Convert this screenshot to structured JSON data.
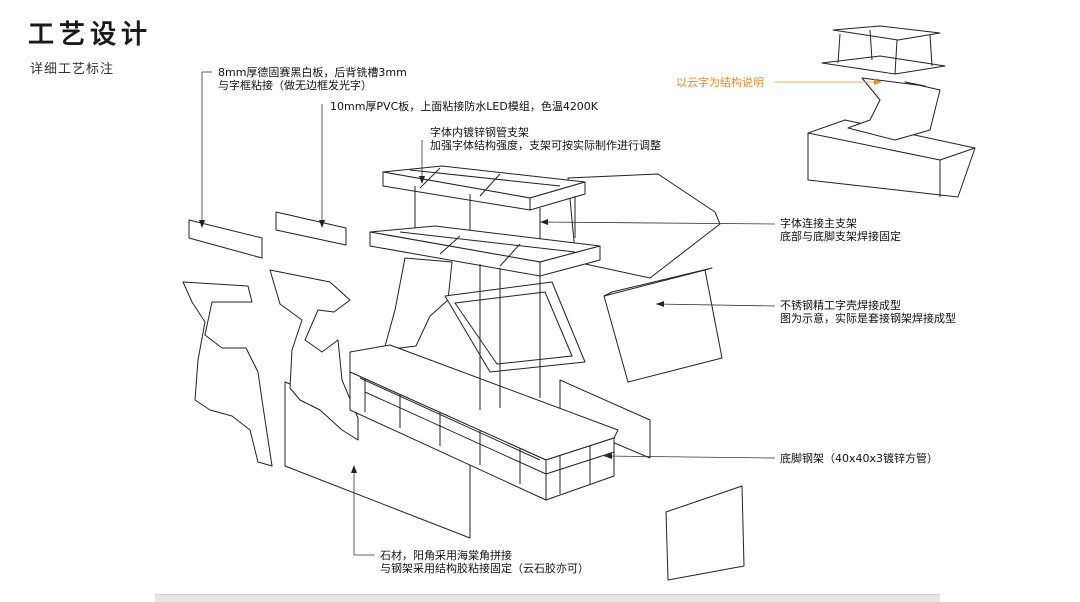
{
  "header": {
    "title": "工艺设计",
    "subtitle": "详细工艺标注"
  },
  "annotations": {
    "black_board": [
      "8mm厚德固赛黑白板，后背铣槽3mm",
      "与字框粘接（做无边框发光字）"
    ],
    "pvc_board": [
      "10mm厚PVC板，上面粘接防水LED模组，色温4200K"
    ],
    "inner_frame": [
      "字体内镀锌钢管支架",
      "加强字体结构强度，支架可按实际制作进行调整"
    ],
    "example_label": [
      "以云字为结构说明"
    ],
    "main_support": [
      "字体连接主支架",
      "底部与底脚支架焊接固定"
    ],
    "steel_shell": [
      "不锈钢精工字壳焊接成型",
      "图为示意，实际是套接钢架焊接成型"
    ],
    "base_frame": [
      "底脚钢架（40x40x3镀锌方管）"
    ],
    "stone": [
      "石材，阳角采用海棠角拼接",
      "与钢架采用结构胶粘接固定（云石胶亦可）"
    ]
  },
  "colors": {
    "accent": "#f08a2a",
    "line": "#222222"
  }
}
